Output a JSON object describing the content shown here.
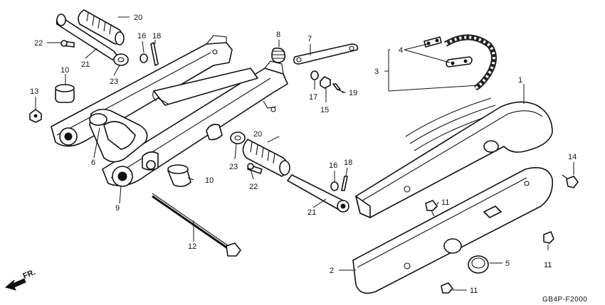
{
  "diagram_code": "GB4P-F2000",
  "direction_label": "FR.",
  "callouts": {
    "c1": "1",
    "c2": "2",
    "c3": "3",
    "c4": "4",
    "c5": "5",
    "c6": "6",
    "c7": "7",
    "c8": "8",
    "c9": "9",
    "c10a": "10",
    "c10b": "10",
    "c11a": "11",
    "c11b": "11",
    "c11c": "11",
    "c12": "12",
    "c13": "13",
    "c14": "14",
    "c15": "15",
    "c16a": "16",
    "c16b": "16",
    "c17": "17",
    "c18a": "18",
    "c18b": "18",
    "c19": "19",
    "c20a": "20",
    "c20b": "20",
    "c21a": "21",
    "c21b": "21",
    "c22a": "22",
    "c22b": "22",
    "c23a": "23",
    "c23b": "23"
  }
}
